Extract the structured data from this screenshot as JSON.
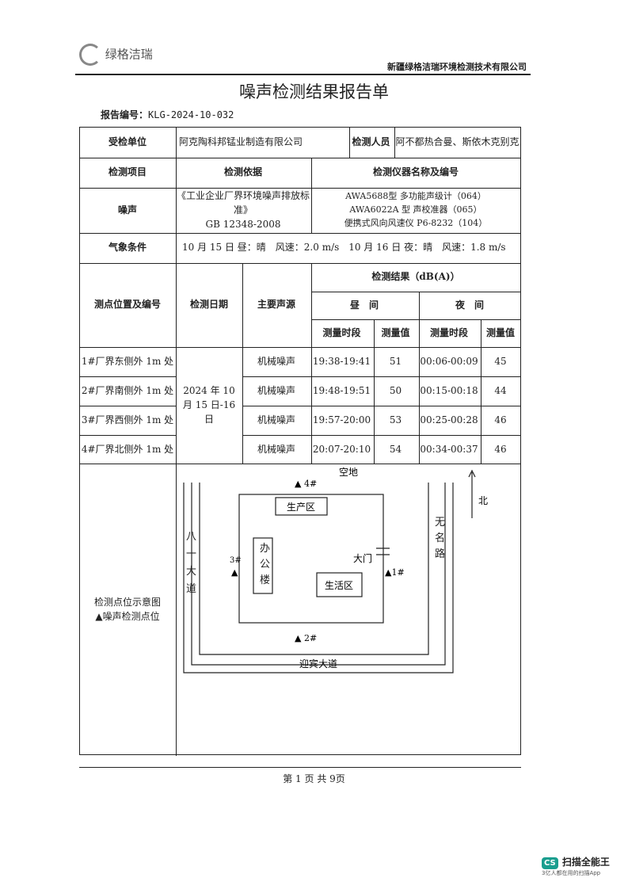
{
  "header": {
    "logo_text": "绿格洁瑞",
    "company": "新疆绿格洁瑞环境检测技术有限公司",
    "title": "噪声检测结果报告单",
    "report_no_label": "报告编号：",
    "report_no": "KLG-2024-10-032"
  },
  "info": {
    "unit_label": "受检单位",
    "unit": "阿克陶科邦锰业制造有限公司",
    "staff_label": "检测人员",
    "staff": "阿不都热合曼、斯依木克别克",
    "item_label": "检测项目",
    "basis_label": "检测依据",
    "instrument_label": "检测仪器名称及编号",
    "item": "噪声",
    "basis": [
      "《工业企业厂界环境噪声排放标准》",
      "GB 12348-2008"
    ],
    "instruments": [
      "AWA5688型 多功能声级计（064）",
      "AWA6022A 型 声校准器（065）",
      "便携式风向风速仪 P6-8232（104）"
    ],
    "weather_label": "气象条件",
    "weather": "10 月 15 日 昼：晴　风速：2.0 m/s　10 月 16 日 夜：晴　风速：1.8 m/s"
  },
  "results": {
    "col_point": "测点位置及编号",
    "col_date": "检测日期",
    "col_source": "主要声源",
    "col_result": "检测结果（dB(A)）",
    "day": "昼　间",
    "night": "夜　间",
    "period": "测量时段",
    "value": "测量值",
    "date": "2024 年 10 月 15 日-16 日",
    "rows": [
      {
        "point": "1#厂界东侧外 1m 处",
        "source": "机械噪声",
        "day_time": "19:38-19:41",
        "day_val": "51",
        "night_time": "00:06-00:09",
        "night_val": "45"
      },
      {
        "point": "2#厂界南侧外 1m 处",
        "source": "机械噪声",
        "day_time": "19:48-19:51",
        "day_val": "50",
        "night_time": "00:15-00:18",
        "night_val": "44"
      },
      {
        "point": "3#厂界西侧外 1m 处",
        "source": "机械噪声",
        "day_time": "19:57-20:00",
        "day_val": "53",
        "night_time": "00:25-00:28",
        "night_val": "46"
      },
      {
        "point": "4#厂界北侧外 1m 处",
        "source": "机械噪声",
        "day_time": "20:07-20:10",
        "day_val": "54",
        "night_time": "00:34-00:37",
        "night_val": "46"
      }
    ]
  },
  "diagram": {
    "label": "检测点位示意图",
    "legend": "▲噪声检测点位",
    "north_road": "空地",
    "south_road": "迎宾大道",
    "west_road": "八一大道",
    "east_road": "无名路",
    "north": "北",
    "production": "生产区",
    "office": "办公楼",
    "living": "生活区",
    "gate": "大门",
    "p1": "▲1#",
    "p2": "▲ 2#",
    "p3": "3#",
    "p4": "▲ 4#"
  },
  "footer": {
    "page": "第 1 页 共 9页",
    "watermark": "扫描全能王",
    "watermark_sub": "3亿人都在用的扫描App"
  }
}
